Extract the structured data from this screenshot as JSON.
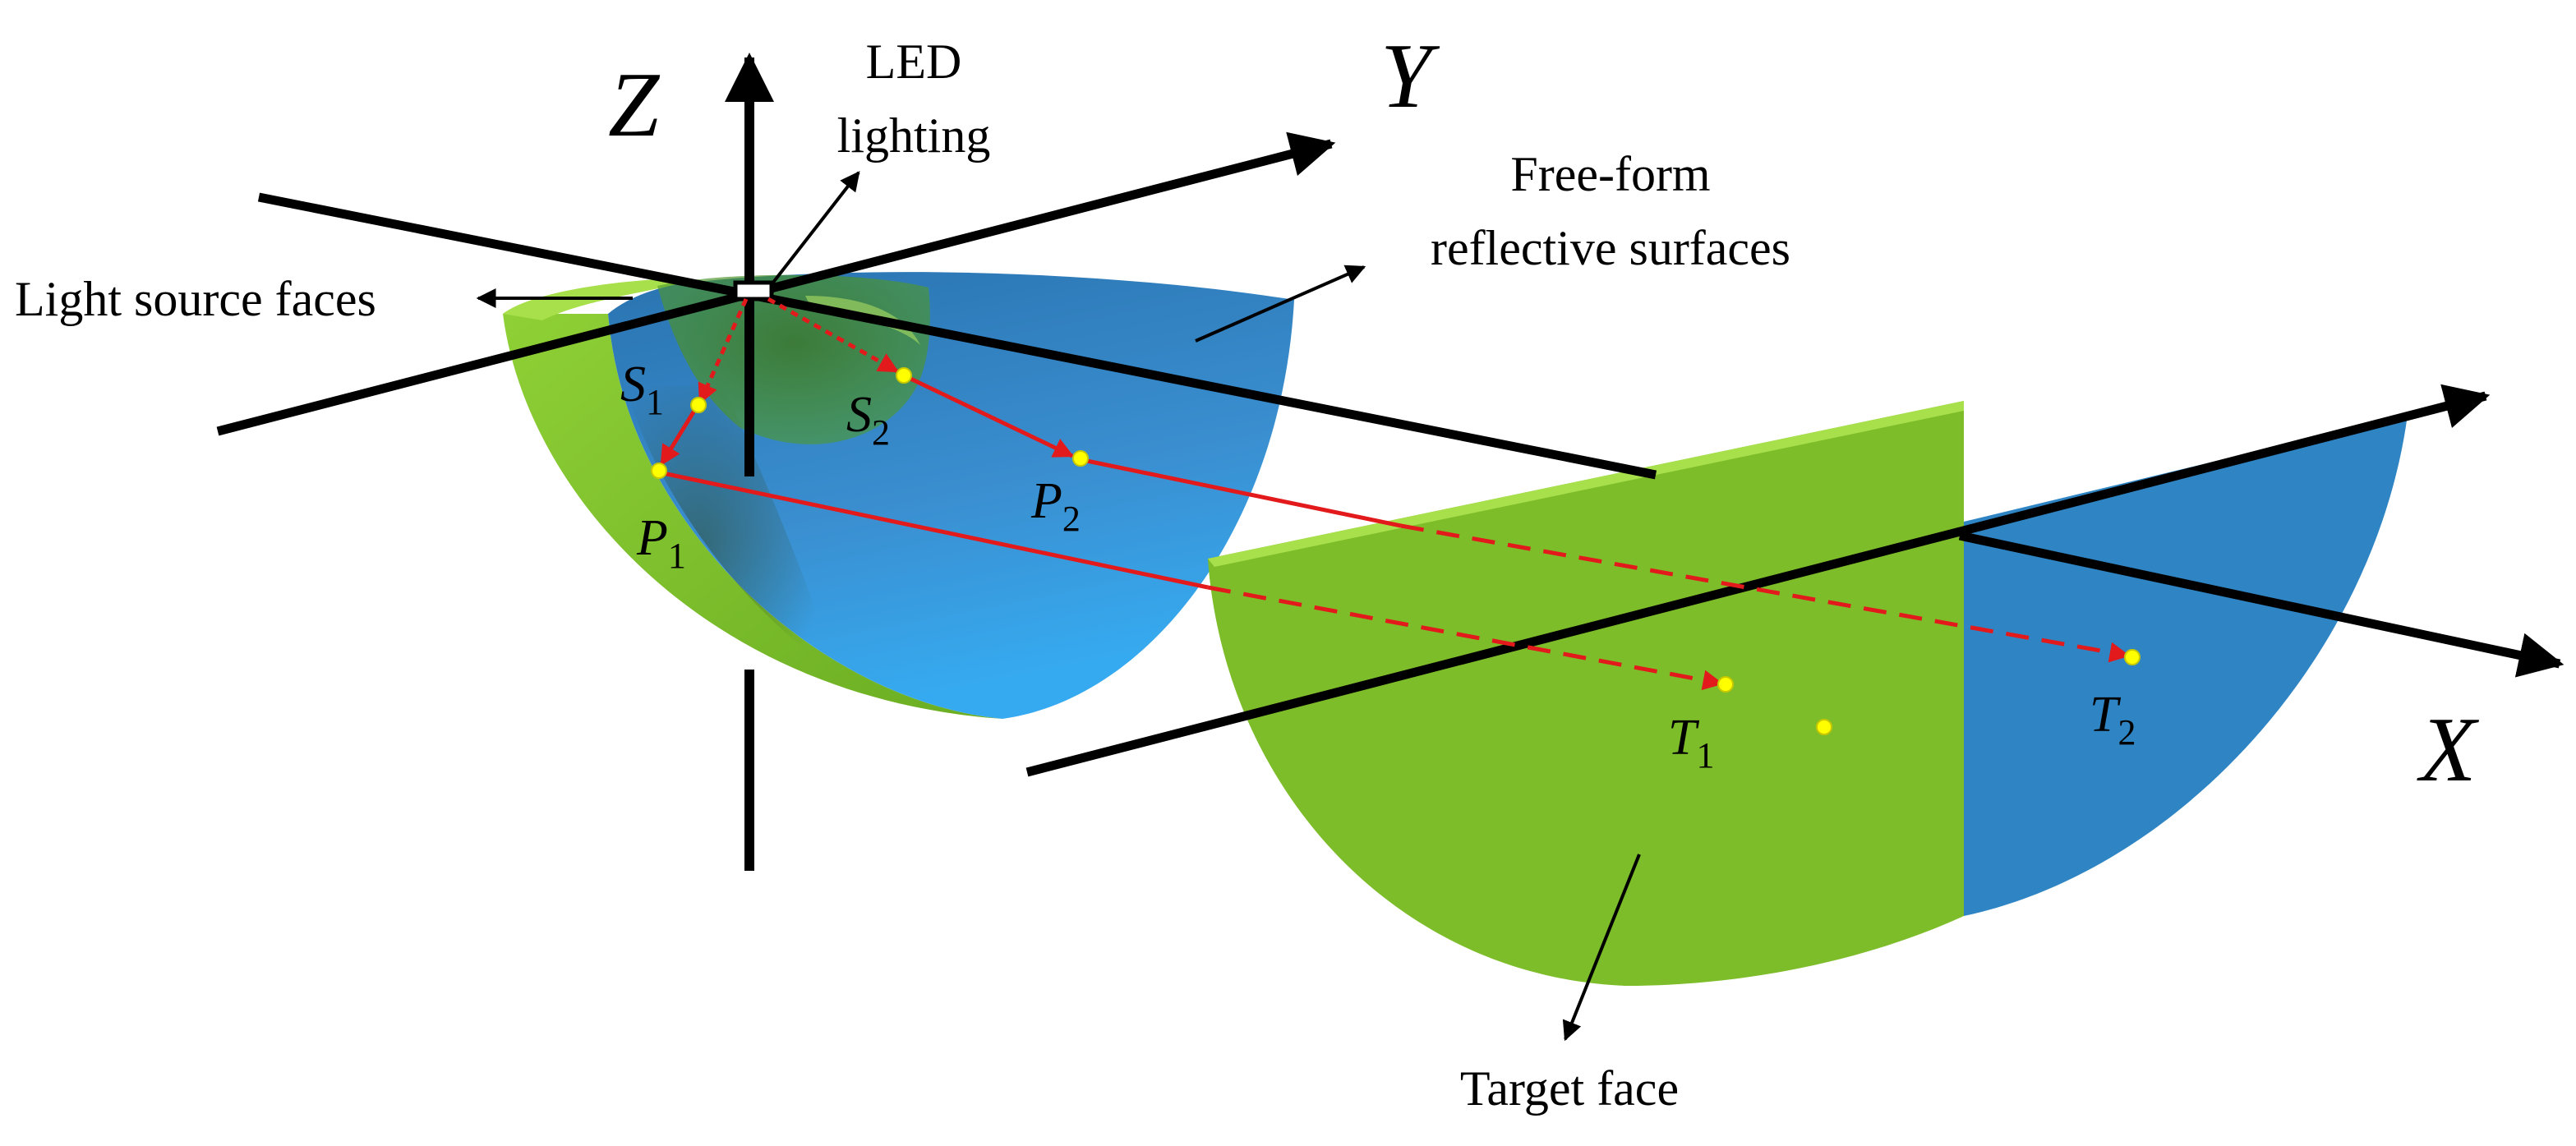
{
  "axes": {
    "z": "Z",
    "y": "Y",
    "x": "X"
  },
  "labels": {
    "led_line1": "LED",
    "led_line2": "lighting",
    "freeform_line1": "Free-form",
    "freeform_line2": "reflective surfaces",
    "light_source": "Light source faces",
    "target": "Target face"
  },
  "points": {
    "s1": {
      "letter": "S",
      "sub": "1"
    },
    "s2": {
      "letter": "S",
      "sub": "2"
    },
    "p1": {
      "letter": "P",
      "sub": "1"
    },
    "p2": {
      "letter": "P",
      "sub": "2"
    },
    "t1": {
      "letter": "T",
      "sub": "1"
    },
    "t2": {
      "letter": "T",
      "sub": "2"
    }
  },
  "colors": {
    "green": "#7dbd2a",
    "green_dark": "#5a9a1e",
    "blue": "#2f85c4",
    "blue_light": "#36a6e8",
    "ray": "#e31a1c",
    "point": "#ffff00",
    "axis": "#000000"
  }
}
